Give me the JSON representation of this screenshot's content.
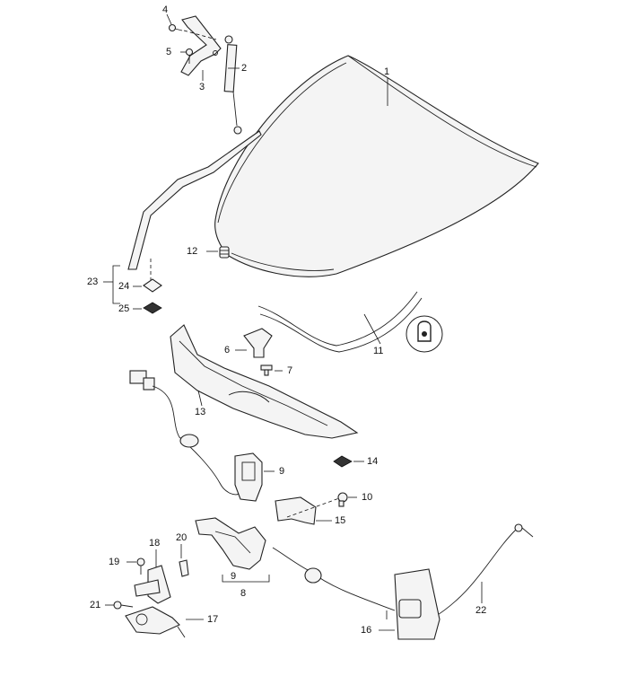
{
  "callouts": [
    {
      "id": "1",
      "text": "1"
    },
    {
      "id": "2",
      "text": "2"
    },
    {
      "id": "3",
      "text": "3"
    },
    {
      "id": "4",
      "text": "4"
    },
    {
      "id": "5",
      "text": "5"
    },
    {
      "id": "6",
      "text": "6"
    },
    {
      "id": "7",
      "text": "7"
    },
    {
      "id": "8",
      "text": "8"
    },
    {
      "id": "9a",
      "text": "9"
    },
    {
      "id": "9b",
      "text": "9"
    },
    {
      "id": "10",
      "text": "10"
    },
    {
      "id": "11",
      "text": "11"
    },
    {
      "id": "12",
      "text": "12"
    },
    {
      "id": "13",
      "text": "13"
    },
    {
      "id": "14",
      "text": "14"
    },
    {
      "id": "15",
      "text": "15"
    },
    {
      "id": "16",
      "text": "16"
    },
    {
      "id": "17",
      "text": "17"
    },
    {
      "id": "18",
      "text": "18"
    },
    {
      "id": "19",
      "text": "19"
    },
    {
      "id": "20",
      "text": "20"
    },
    {
      "id": "21",
      "text": "21"
    },
    {
      "id": "22",
      "text": "22"
    },
    {
      "id": "23",
      "text": "23"
    },
    {
      "id": "24",
      "text": "24"
    },
    {
      "id": "25",
      "text": "25"
    }
  ],
  "icons": {
    "lubrication_symbol": "lubricant-icon"
  }
}
